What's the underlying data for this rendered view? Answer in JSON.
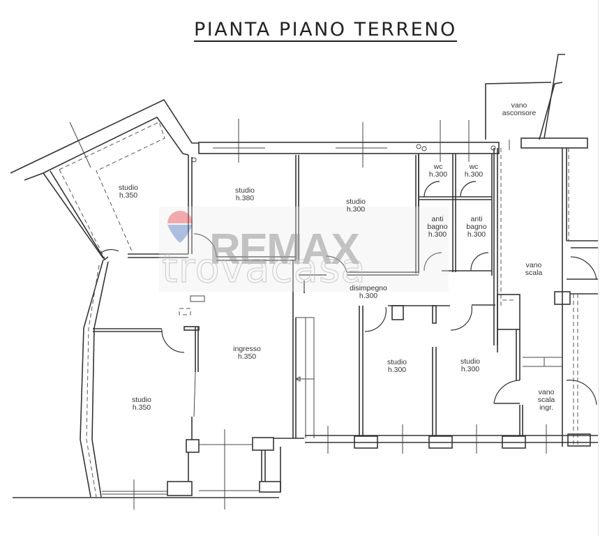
{
  "title": "PIANTA PIANO TERRENO",
  "rooms": [
    {
      "name": "studio",
      "height": "h.350"
    },
    {
      "name": "studio",
      "height": "h.380"
    },
    {
      "name": "studio",
      "height": "h.300"
    },
    {
      "name": "wc",
      "height": "h.300"
    },
    {
      "name": "wc",
      "height": "h.300"
    },
    {
      "name1": "anti",
      "name2": "bagno",
      "height": "h.300"
    },
    {
      "name1": "anti",
      "name2": "bagno",
      "height": "h.300"
    },
    {
      "name1": "vano",
      "name2": "asconsore"
    },
    {
      "name1": "vano",
      "name2": "scala"
    },
    {
      "name": "disimpegno",
      "height": "h.300"
    },
    {
      "name": "ingresso",
      "height": "h.350"
    },
    {
      "name": "studio",
      "height": "h.350"
    },
    {
      "name": "studio",
      "height": "h.300"
    },
    {
      "name": "studio",
      "height": "h.300"
    },
    {
      "name1": "vano",
      "name2": "scala",
      "name3": "ingr."
    }
  ],
  "watermark": {
    "brand": "RE/MAX",
    "brand_text": "REMAX",
    "secondary": "trovacasa",
    "balloon_colors": {
      "top": "#e11b22",
      "bottom": "#003da5"
    }
  }
}
